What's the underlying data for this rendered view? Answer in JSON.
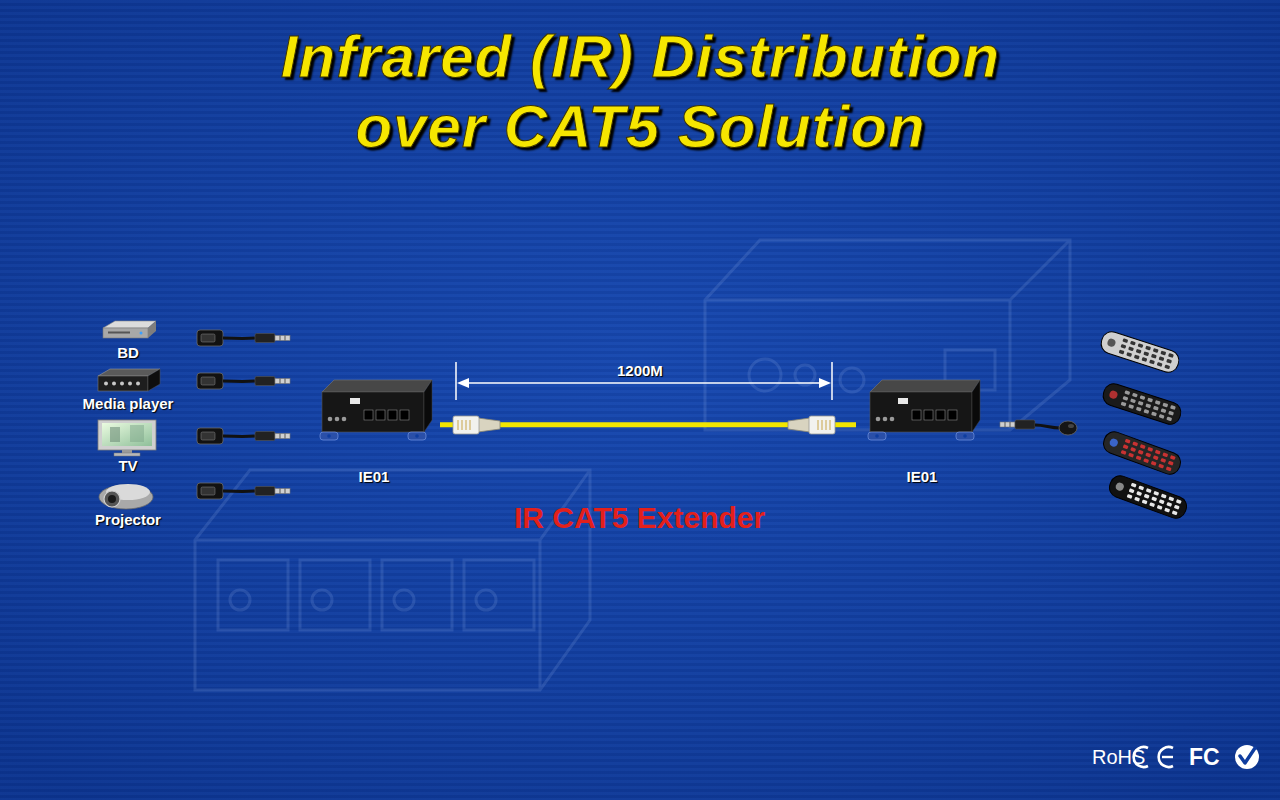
{
  "diagram": {
    "title": "Infrared (IR) Distribution over CAT5 Solution",
    "nodes": [
      {
        "text": [
          "BD"
        ]
      },
      {
        "text": [
          "Media player"
        ]
      },
      {
        "text": [
          "TV"
        ]
      },
      {
        "text": [
          "Projector"
        ]
      },
      {
        "text": [
          "IE01"
        ]
      },
      {
        "text": [
          "IE01"
        ]
      }
    ],
    "edges": [
      {
        "from": 4,
        "to": 5,
        "arrow": "none"
      }
    ],
    "labels": [
      "1200M",
      "IR CAT5 Extender",
      "RoHS",
      "FC"
    ]
  }
}
